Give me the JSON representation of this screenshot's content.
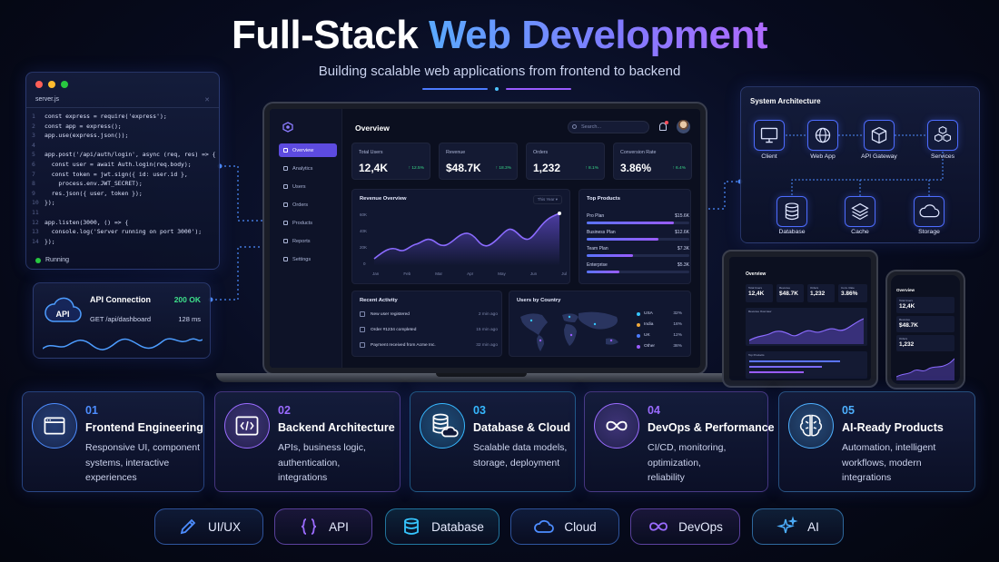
{
  "header": {
    "title_main": "Full-Stack ",
    "title_accent": "Web Development",
    "subtitle": "Building scalable web applications from frontend to backend"
  },
  "code_window": {
    "filename": "server.js",
    "lines": [
      "const express = require('express');",
      "const app = express();",
      "app.use(express.json());",
      "",
      "app.post('/api/auth/login', async (req, res) => {",
      "  const user = await Auth.login(req.body);",
      "  const token = jwt.sign({ id: user.id },",
      "    process.env.JWT_SECRET);",
      "  res.json({ user, token });",
      "});",
      "",
      "app.listen(3000, () => {",
      "  console.log('Server running on port 3000');",
      "});"
    ],
    "status": "Running"
  },
  "api_card": {
    "title": "API Connection",
    "status": "200 OK",
    "endpoint": "GET /api/dashboard",
    "latency": "128 ms",
    "badge": "API"
  },
  "dashboard": {
    "title": "Overview",
    "search_placeholder": "Search...",
    "nav": [
      "Overview",
      "Analytics",
      "Users",
      "Orders",
      "Products",
      "Reports",
      "Settings"
    ],
    "kpis": [
      {
        "label": "Total Users",
        "value": "12,4K",
        "delta": "↑ 12.5%"
      },
      {
        "label": "Revenue",
        "value": "$48.7K",
        "delta": "↑ 18.3%"
      },
      {
        "label": "Orders",
        "value": "1,232",
        "delta": "↑ 8.1%"
      },
      {
        "label": "Conversion Rate",
        "value": "3.86%",
        "delta": "↑ 6.4%"
      }
    ],
    "revenue_card": {
      "title": "Revenue Overview",
      "range": "This Year",
      "yticks": [
        "60K",
        "40K",
        "20K",
        "0"
      ],
      "xticks": [
        "Jan",
        "Feb",
        "Mar",
        "Apr",
        "May",
        "Jun",
        "Jul"
      ]
    },
    "top_products": {
      "title": "Top Products",
      "items": [
        {
          "name": "Pro Plan",
          "value": "$15.6K",
          "share": 0.85
        },
        {
          "name": "Business Plan",
          "value": "$12.6K",
          "share": 0.7
        },
        {
          "name": "Team Plan",
          "value": "$7.3K",
          "share": 0.45
        },
        {
          "name": "Enterprise",
          "value": "$5.3K",
          "share": 0.32
        }
      ]
    },
    "recent_activity": {
      "title": "Recent Activity",
      "items": [
        {
          "text": "New user registered",
          "time": "2 min ago"
        },
        {
          "text": "Order #1234 completed",
          "time": "15 min ago"
        },
        {
          "text": "Payment received from Acme Inc.",
          "time": "32 min ago"
        }
      ]
    },
    "countries": {
      "title": "Users by Country",
      "items": [
        {
          "name": "USA",
          "pct": "32%",
          "color": "#36c6ff"
        },
        {
          "name": "India",
          "pct": "18%",
          "color": "#f0a93b"
        },
        {
          "name": "UK",
          "pct": "12%",
          "color": "#4d7bff"
        },
        {
          "name": "Other",
          "pct": "38%",
          "color": "#9a5cff"
        }
      ]
    }
  },
  "architecture": {
    "title": "System Architecture",
    "nodes": [
      "Client",
      "Web App",
      "API Gateway",
      "Services",
      "Database",
      "Cache",
      "Storage"
    ]
  },
  "tablet": {
    "title": "Overview",
    "kpis": [
      {
        "label": "Total Users",
        "value": "12,4K"
      },
      {
        "label": "Revenue",
        "value": "$48.7K"
      },
      {
        "label": "Orders",
        "value": "1,232"
      },
      {
        "label": "Conv. Rate",
        "value": "3.86%"
      }
    ],
    "chart_title": "Revenue Overview",
    "products_title": "Top Products"
  },
  "phone": {
    "title": "Overview",
    "kpis": [
      {
        "label": "Total Users",
        "value": "12,4K"
      },
      {
        "label": "Revenue",
        "value": "$48.7K"
      },
      {
        "label": "Orders",
        "value": "1,232"
      }
    ]
  },
  "features": [
    {
      "num": "01",
      "title": "Frontend Engineering",
      "desc": [
        "Responsive UI, component",
        "systems, interactive",
        "experiences"
      ],
      "color": "#4d8dff"
    },
    {
      "num": "02",
      "title": "Backend Architecture",
      "desc": [
        "APIs, business logic,",
        "authentication,",
        "integrations"
      ],
      "color": "#9a6bff"
    },
    {
      "num": "03",
      "title": "Database & Cloud",
      "desc": [
        "Scalable data models,",
        "storage, deployment"
      ],
      "color": "#36b8ff"
    },
    {
      "num": "04",
      "title": "DevOps & Performance",
      "desc": [
        "CI/CD, monitoring,",
        "optimization,",
        "reliability"
      ],
      "color": "#9a6bff"
    },
    {
      "num": "05",
      "title": "AI-Ready Products",
      "desc": [
        "Automation, intelligent",
        "workflows, modern",
        "integrations"
      ],
      "color": "#4db0ff"
    }
  ],
  "pills": [
    {
      "label": "UI/UX",
      "icon": "pen-icon",
      "color": "#4d8dff"
    },
    {
      "label": "API",
      "icon": "braces-icon",
      "color": "#9a6bff"
    },
    {
      "label": "Database",
      "icon": "database-icon",
      "color": "#36c6ff"
    },
    {
      "label": "Cloud",
      "icon": "cloud-icon",
      "color": "#4d8dff"
    },
    {
      "label": "DevOps",
      "icon": "infinity-icon",
      "color": "#9a6bff"
    },
    {
      "label": "AI",
      "icon": "sparkle-icon",
      "color": "#4db0ff"
    }
  ]
}
